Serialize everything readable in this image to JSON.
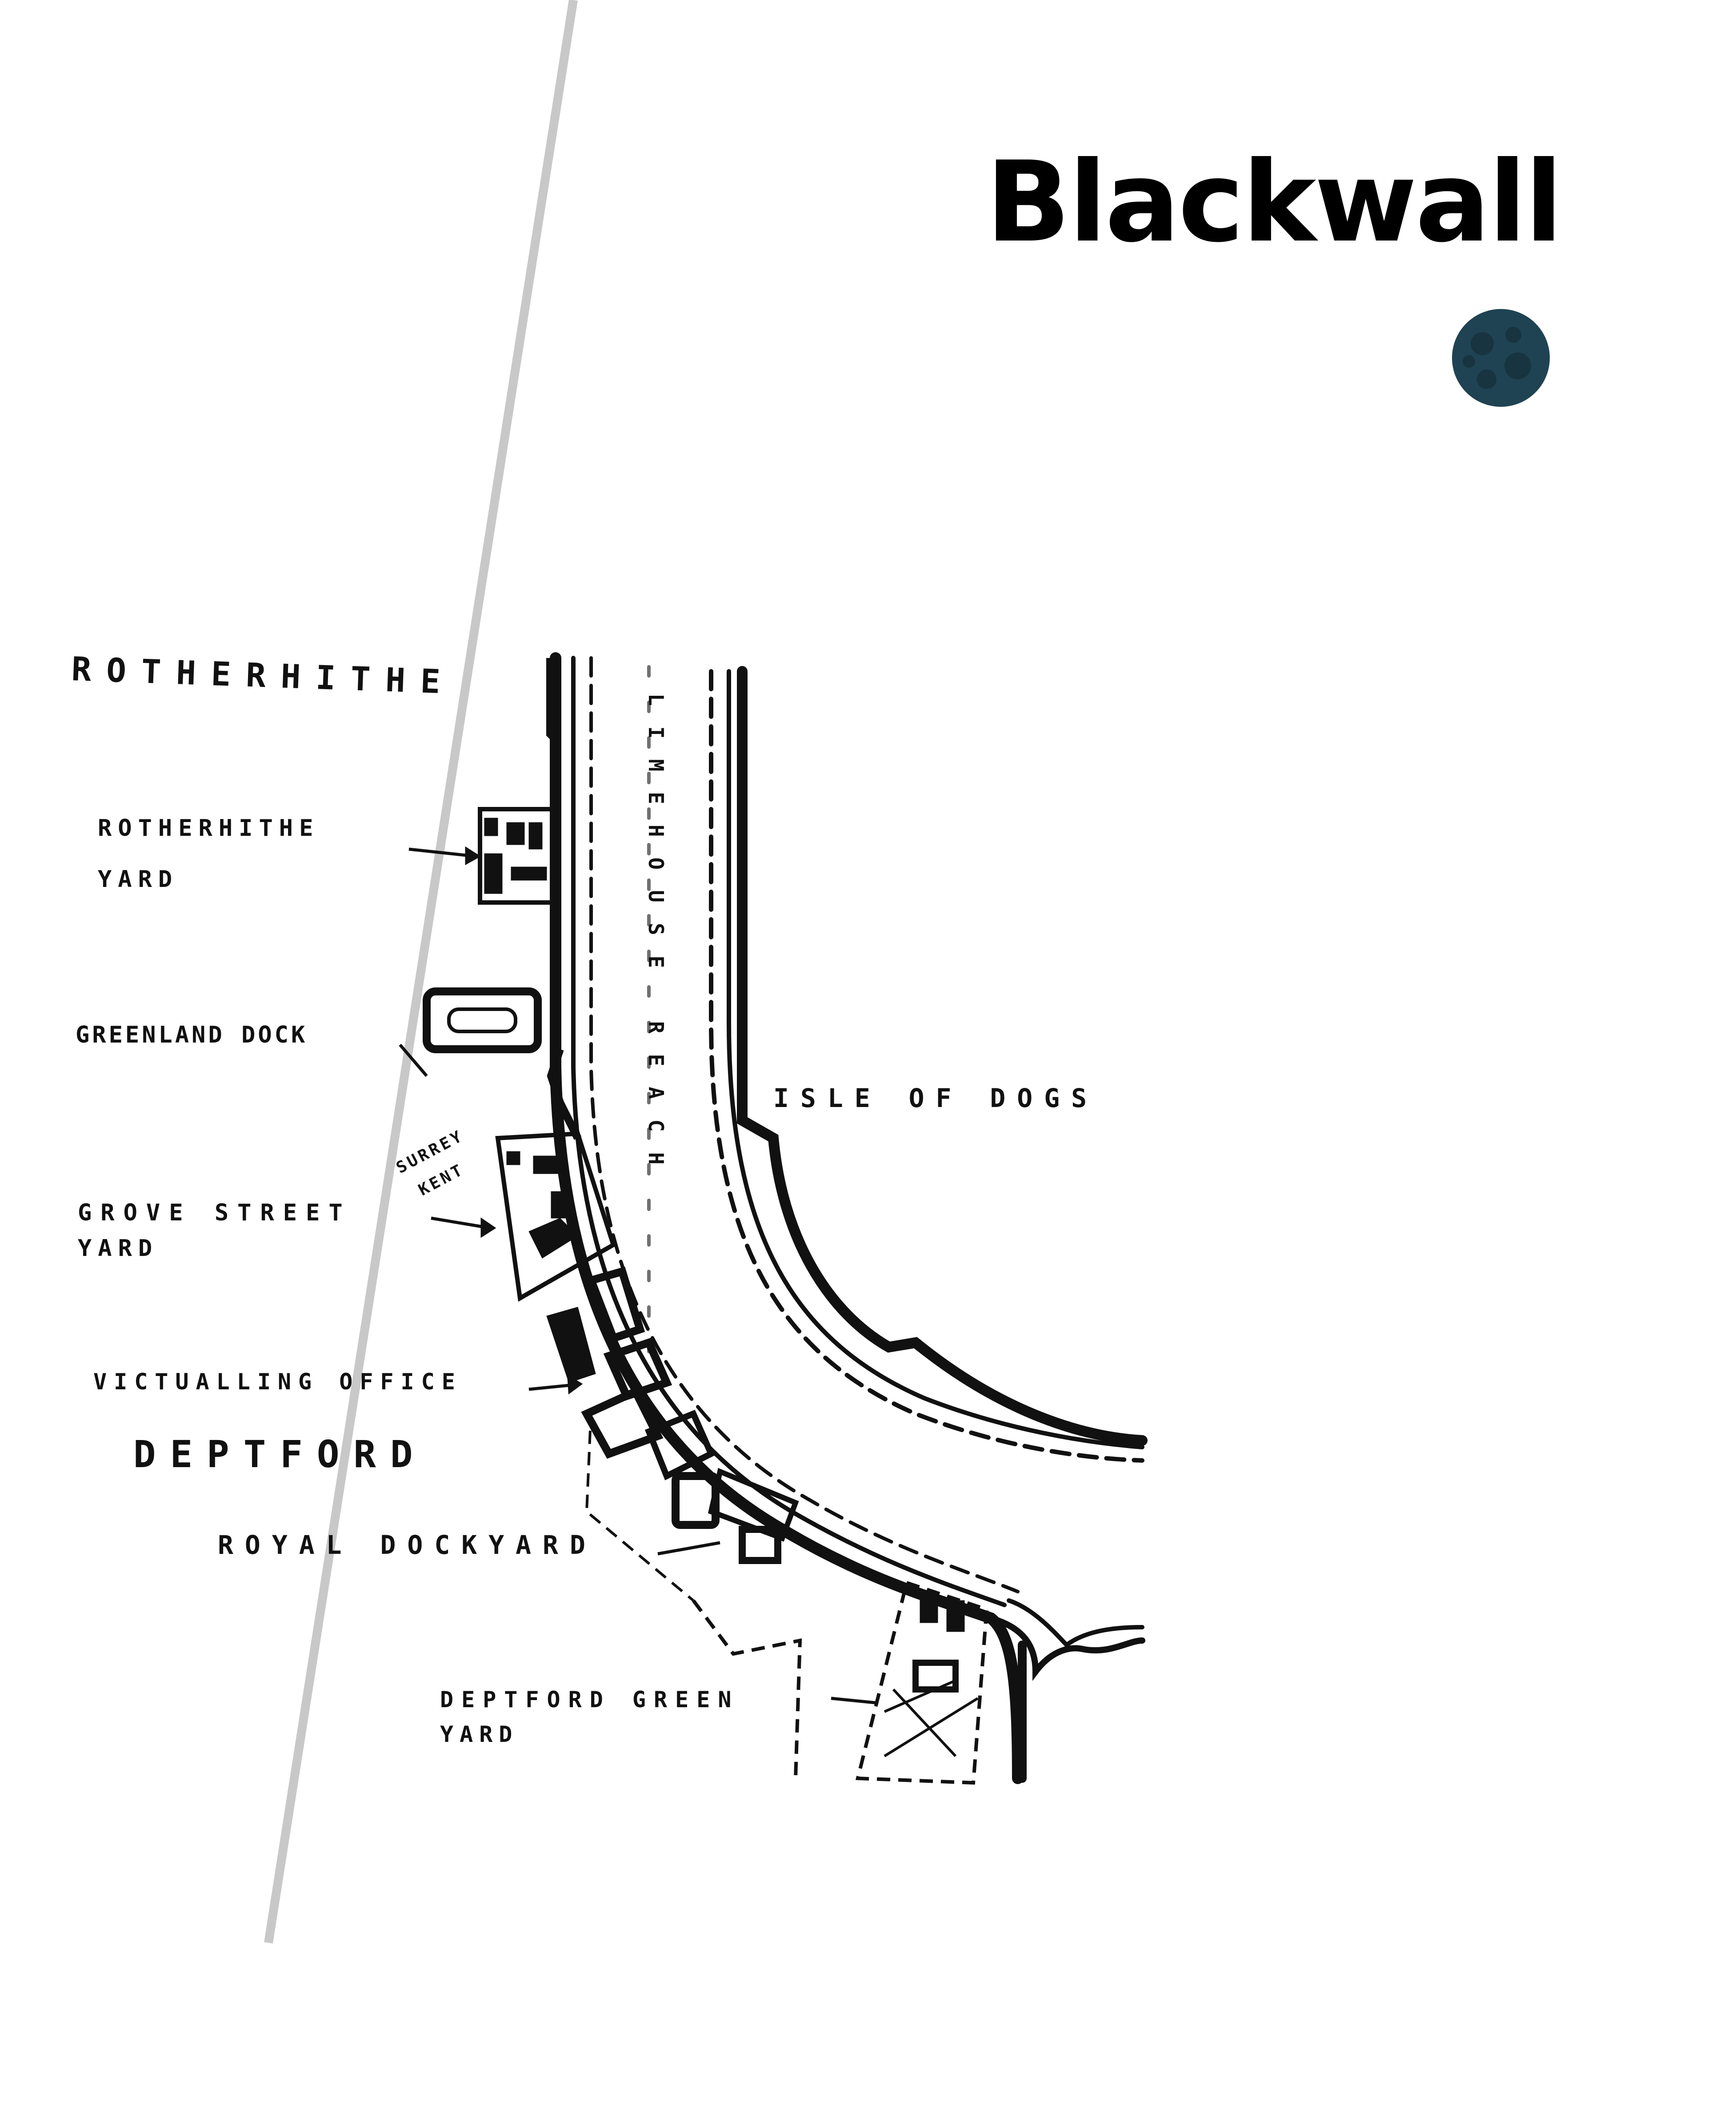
{
  "slide": {
    "title": "Blackwall",
    "moon_icon": "moon-icon",
    "colors": {
      "background": "#ffffff",
      "ink": "#111111",
      "divider": "#c8c8c8",
      "moon": "#1f4352"
    }
  },
  "map": {
    "river_label": "LIMEHOUSE REACH",
    "places": {
      "rotherhithe": "ROTHERHITHE",
      "rotherhithe_yard_1": "ROTHERHITHE",
      "rotherhithe_yard_2": "YARD",
      "greenland_dock": "GREENLAND DOCK",
      "surrey": "SURREY",
      "kent": "KENT",
      "grove_street_yard_1": "GROVE STREET",
      "grove_street_yard_2": "YARD",
      "victualling_office": "VICTUALLING OFFICE",
      "deptford": "DEPTFORD",
      "royal_dockyard": "ROYAL DOCKYARD",
      "deptford_green_yard_1": "DEPTFORD GREEN",
      "deptford_green_yard_2": "YARD",
      "isle_of_dogs": "ISLE OF DOGS"
    }
  }
}
